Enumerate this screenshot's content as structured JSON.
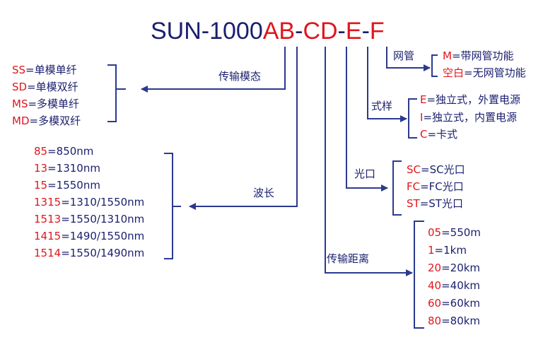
{
  "code": {
    "prefix": "SUN-1000",
    "parts": [
      {
        "text": "AB",
        "color": "red"
      },
      {
        "text": "-",
        "color": "navy"
      },
      {
        "text": "CD",
        "color": "red"
      },
      {
        "text": "-",
        "color": "navy"
      },
      {
        "text": "E",
        "color": "red"
      },
      {
        "text": "-",
        "color": "navy"
      },
      {
        "text": "F",
        "color": "red"
      }
    ]
  },
  "colors": {
    "navy": "#1a1f6e",
    "red": "#e0161c",
    "line": "#2b3a8f"
  },
  "groups": {
    "mode": {
      "label": "传输模态",
      "items": [
        {
          "code": "SS",
          "desc": "=单模单纤"
        },
        {
          "code": "SD",
          "desc": "=单模双纤"
        },
        {
          "code": "MS",
          "desc": "=多模单纤"
        },
        {
          "code": "MD",
          "desc": "=多模双纤"
        }
      ]
    },
    "wavelength": {
      "label": "波长",
      "items": [
        {
          "code": "85",
          "desc": "=850nm"
        },
        {
          "code": "13",
          "desc": "=1310nm"
        },
        {
          "code": "15",
          "desc": "=1550nm"
        },
        {
          "code": "1315",
          "desc": "=1310/1550nm"
        },
        {
          "code": "1513",
          "desc": "=1550/1310nm"
        },
        {
          "code": "1415",
          "desc": "=1490/1550nm"
        },
        {
          "code": "1514",
          "desc": "=1550/1490nm"
        }
      ]
    },
    "nms": {
      "label": "网管",
      "items": [
        {
          "code": "M",
          "desc": "=带网管功能"
        },
        {
          "code": "空白",
          "desc": "=无网管功能"
        }
      ]
    },
    "style": {
      "label": "式样",
      "items": [
        {
          "code": "E",
          "desc": "=独立式，外置电源"
        },
        {
          "code": "I",
          "desc": "=独立式，内置电源"
        },
        {
          "code": "C",
          "desc": "=卡式"
        }
      ]
    },
    "port": {
      "label": "光口",
      "items": [
        {
          "code": "SC",
          "desc": "=SC光口"
        },
        {
          "code": "FC",
          "desc": "=FC光口"
        },
        {
          "code": "ST",
          "desc": "=ST光口"
        }
      ]
    },
    "distance": {
      "label": "传输距离",
      "items": [
        {
          "code": "05",
          "desc": "=550m"
        },
        {
          "code": "1",
          "desc": "=1km"
        },
        {
          "code": "20",
          "desc": "=20km"
        },
        {
          "code": "40",
          "desc": "=40km"
        },
        {
          "code": "60",
          "desc": "=60km"
        },
        {
          "code": "80",
          "desc": "=80km"
        }
      ]
    }
  }
}
